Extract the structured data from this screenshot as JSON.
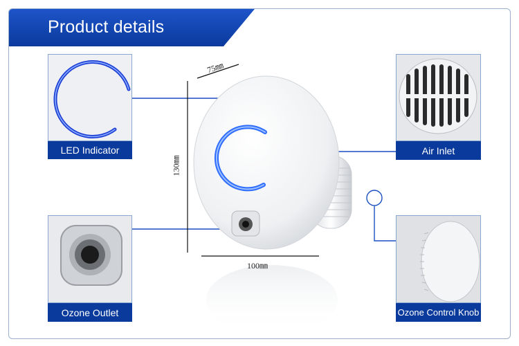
{
  "banner": {
    "title": "Product details"
  },
  "panels": {
    "led": {
      "label": "LED Indicator",
      "icon": "led-ring-icon"
    },
    "ozone_outlet": {
      "label": "Ozone Outlet",
      "icon": "outlet-nozzle-icon"
    },
    "air_inlet": {
      "label": "Air Inlet",
      "icon": "grille-icon"
    },
    "control_knob": {
      "label": "Ozone Control Knob",
      "icon": "knob-icon"
    }
  },
  "dimensions": {
    "depth": "75㎜",
    "height": "130㎜",
    "width": "100㎜"
  },
  "colors": {
    "brand_blue": "#0a3a9c",
    "accent_blue": "#1a5fd6",
    "led_blue": "#2f6dff"
  }
}
